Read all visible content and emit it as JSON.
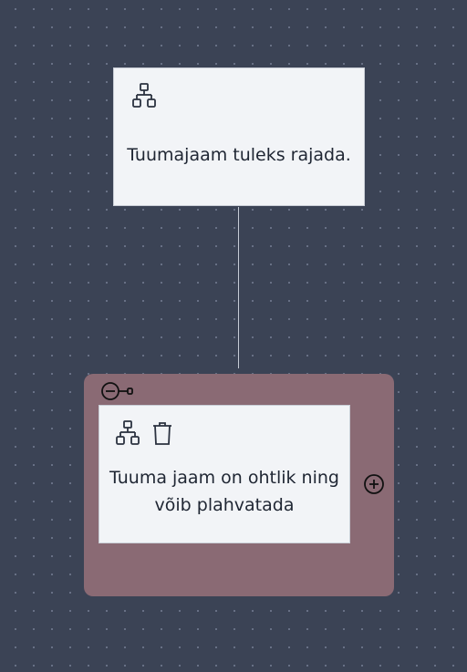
{
  "canvas": {
    "background": "#3b4355"
  },
  "root_node": {
    "text": "Tuumajaam tuleks rajada.",
    "icons": [
      "hierarchy-icon"
    ]
  },
  "group": {
    "color": "#8a6a74",
    "collapse_icon": "minus-circle-key-icon",
    "add_icon": "plus-circle-icon",
    "child_node": {
      "line1": "Tuuma jaam on ohtlik ning",
      "line2": "võib plahvatada",
      "icons": [
        "hierarchy-icon",
        "trash-icon"
      ]
    }
  }
}
